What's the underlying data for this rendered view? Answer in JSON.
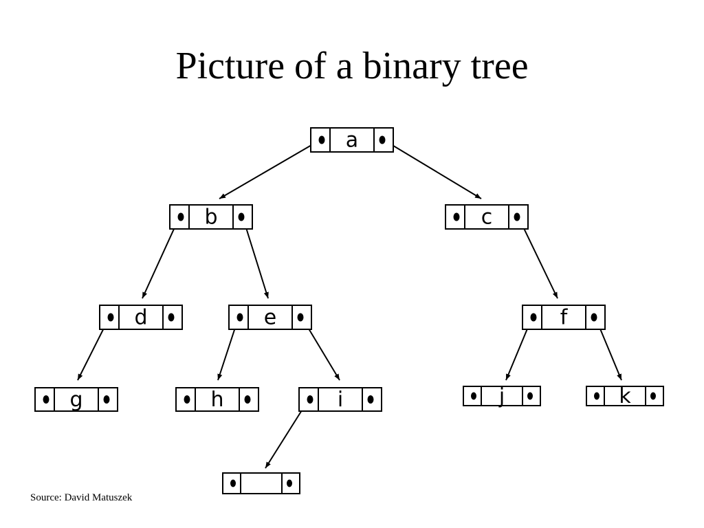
{
  "title": "Picture of a binary tree",
  "source": "Source: David Matuszek",
  "nodes": [
    {
      "id": "a",
      "label": "a"
    },
    {
      "id": "b",
      "label": "b"
    },
    {
      "id": "c",
      "label": "c"
    },
    {
      "id": "d",
      "label": "d"
    },
    {
      "id": "e",
      "label": "e"
    },
    {
      "id": "f",
      "label": "f"
    },
    {
      "id": "g",
      "label": "g"
    },
    {
      "id": "h",
      "label": "h"
    },
    {
      "id": "i",
      "label": "i"
    },
    {
      "id": "j",
      "label": "j"
    },
    {
      "id": "k",
      "label": "k"
    },
    {
      "id": "unlabeled",
      "label": ""
    }
  ],
  "edges": [
    {
      "from": "a",
      "side": "left",
      "to": "b"
    },
    {
      "from": "a",
      "side": "right",
      "to": "c"
    },
    {
      "from": "b",
      "side": "left",
      "to": "d"
    },
    {
      "from": "b",
      "side": "right",
      "to": "e"
    },
    {
      "from": "c",
      "side": "right",
      "to": "f"
    },
    {
      "from": "d",
      "side": "left",
      "to": "g"
    },
    {
      "from": "e",
      "side": "left",
      "to": "h"
    },
    {
      "from": "e",
      "side": "right",
      "to": "i"
    },
    {
      "from": "f",
      "side": "left",
      "to": "j"
    },
    {
      "from": "f",
      "side": "right",
      "to": "k"
    },
    {
      "from": "i",
      "side": "left",
      "to": "unlabeled"
    }
  ]
}
